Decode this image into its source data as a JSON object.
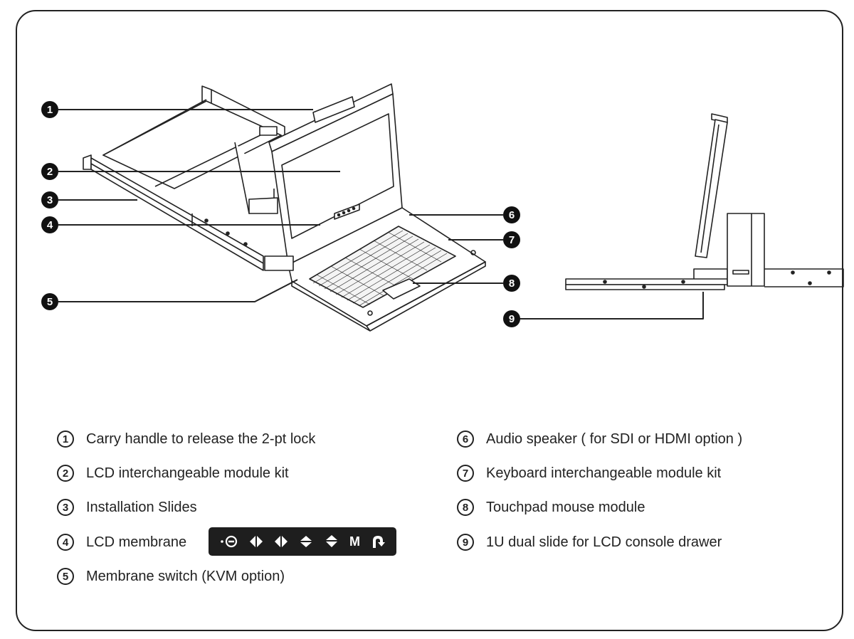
{
  "callouts": [
    {
      "num": "1"
    },
    {
      "num": "2"
    },
    {
      "num": "3"
    },
    {
      "num": "4"
    },
    {
      "num": "5"
    },
    {
      "num": "6"
    },
    {
      "num": "7"
    },
    {
      "num": "8"
    },
    {
      "num": "9"
    }
  ],
  "legend": [
    {
      "num": "1",
      "text": "Carry handle to release the 2-pt lock"
    },
    {
      "num": "2",
      "text": "LCD interchangeable module kit"
    },
    {
      "num": "3",
      "text": "Installation Slides"
    },
    {
      "num": "4",
      "text": "LCD membrane"
    },
    {
      "num": "5",
      "text": "Membrane switch (KVM option)"
    },
    {
      "num": "6",
      "text": "Audio speaker ( for SDI or HDMI option )"
    },
    {
      "num": "7",
      "text": "Keyboard interchangeable module kit"
    },
    {
      "num": "8",
      "text": "Touchpad mouse module"
    },
    {
      "num": "9",
      "text": "1U dual slide for LCD console drawer"
    }
  ],
  "membrane_buttons": [
    {
      "icon": "power-icon"
    },
    {
      "icon": "left-right-icon"
    },
    {
      "icon": "down-icon"
    },
    {
      "icon": "up-down-icon"
    },
    {
      "icon": "up-icon"
    },
    {
      "icon": "menu-icon",
      "label": "M"
    },
    {
      "icon": "return-icon"
    }
  ]
}
